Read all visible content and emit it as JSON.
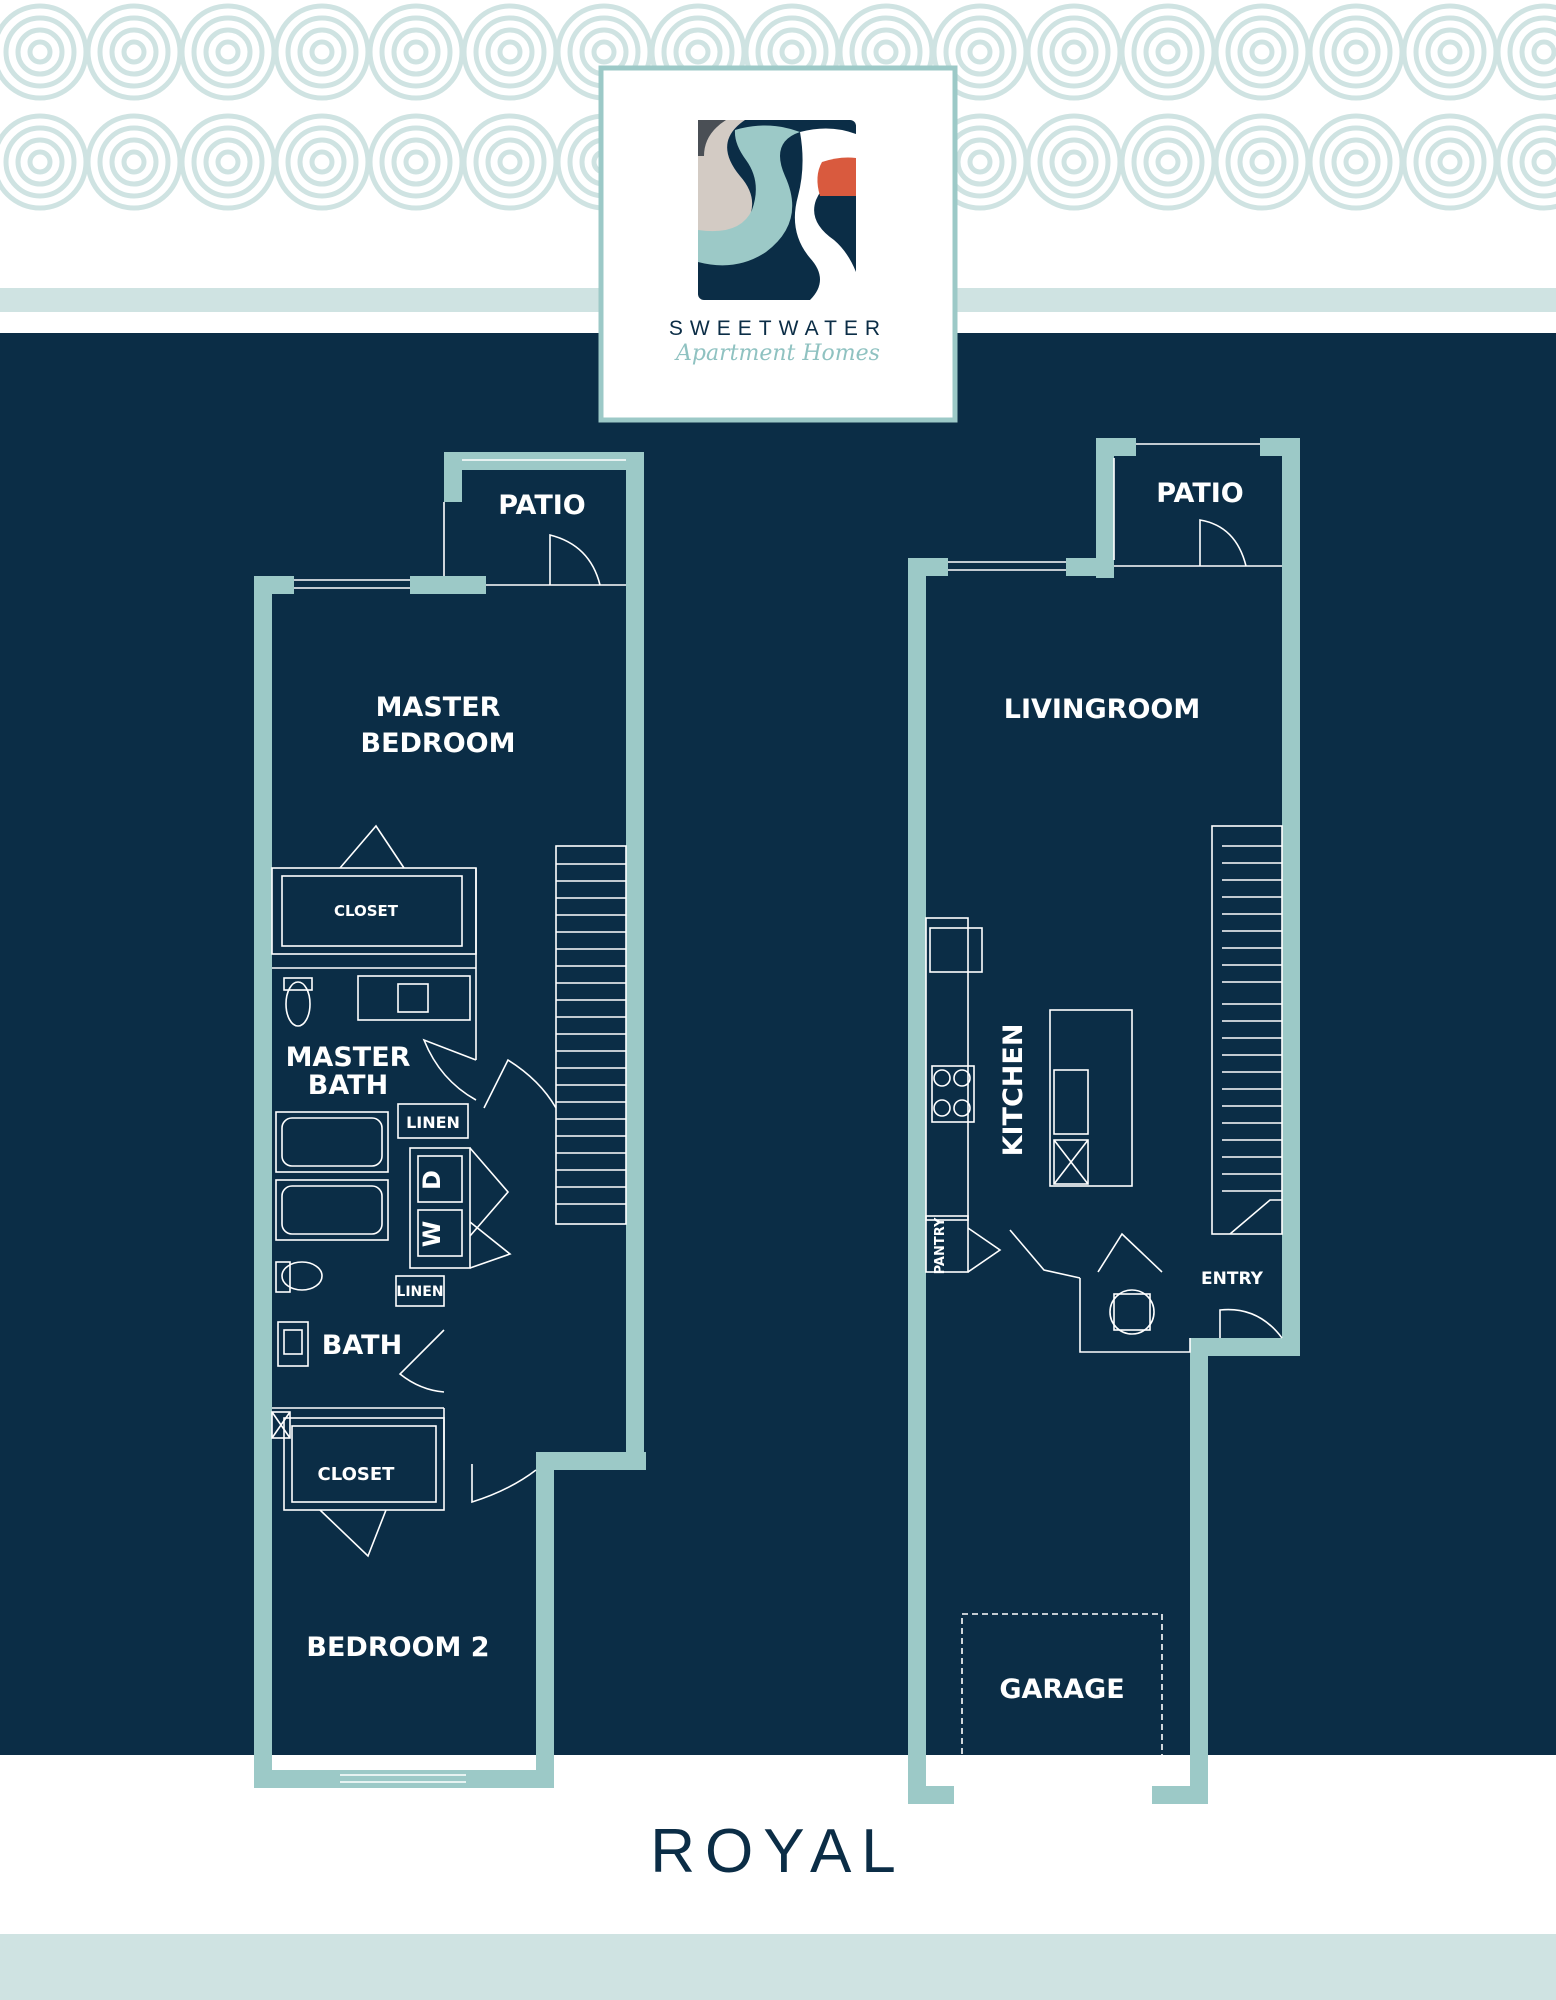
{
  "brand": {
    "name": "SWEETWATER",
    "tagline": "Apartment Homes",
    "colors": {
      "navy": "#0b2d46",
      "seafoam": "#9cc9c7",
      "pale": "#cfe3e2",
      "coral": "#d95a3e",
      "sand": "#d3cbc4",
      "charcoal": "#4a4f55"
    }
  },
  "plan_name": "ROYAL",
  "upper_floor": {
    "rooms": {
      "patio": "PATIO",
      "master_bedroom_1": "MASTER",
      "master_bedroom_2": "BEDROOM",
      "closet_master": "CLOSET",
      "master_bath_1": "MASTER",
      "master_bath_2": "BATH",
      "linen_1": "LINEN",
      "dryer": "D",
      "washer": "W",
      "linen_2": "LINEN",
      "bath": "BATH",
      "closet_2": "CLOSET",
      "bedroom_2": "BEDROOM 2"
    }
  },
  "lower_floor": {
    "rooms": {
      "patio": "PATIO",
      "livingroom": "LIVINGROOM",
      "kitchen": "KITCHEN",
      "pantry": "PANTRY",
      "entry": "ENTRY",
      "garage": "GARAGE"
    }
  }
}
